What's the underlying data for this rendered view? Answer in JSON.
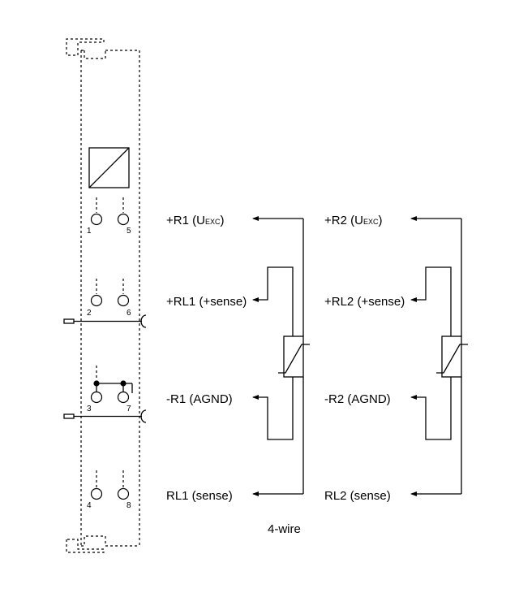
{
  "terminals": [
    "1",
    "5",
    "2",
    "6",
    "3",
    "7",
    "4",
    "8"
  ],
  "channel1": {
    "r_plus": "+R1 (U",
    "r_plus_sub": "EXC",
    "r_plus_close": ")",
    "rl_plus": "+RL1 (+sense)",
    "r_minus": "-R1 (AGND)",
    "rl_minus": "RL1 (sense)"
  },
  "channel2": {
    "r_plus": "+R2 (U",
    "r_plus_sub": "EXC",
    "r_plus_close": ")",
    "rl_plus": "+RL2 (+sense)",
    "r_minus": "-R2 (AGND)",
    "rl_minus": "RL2 (sense)"
  },
  "caption": "4-wire"
}
